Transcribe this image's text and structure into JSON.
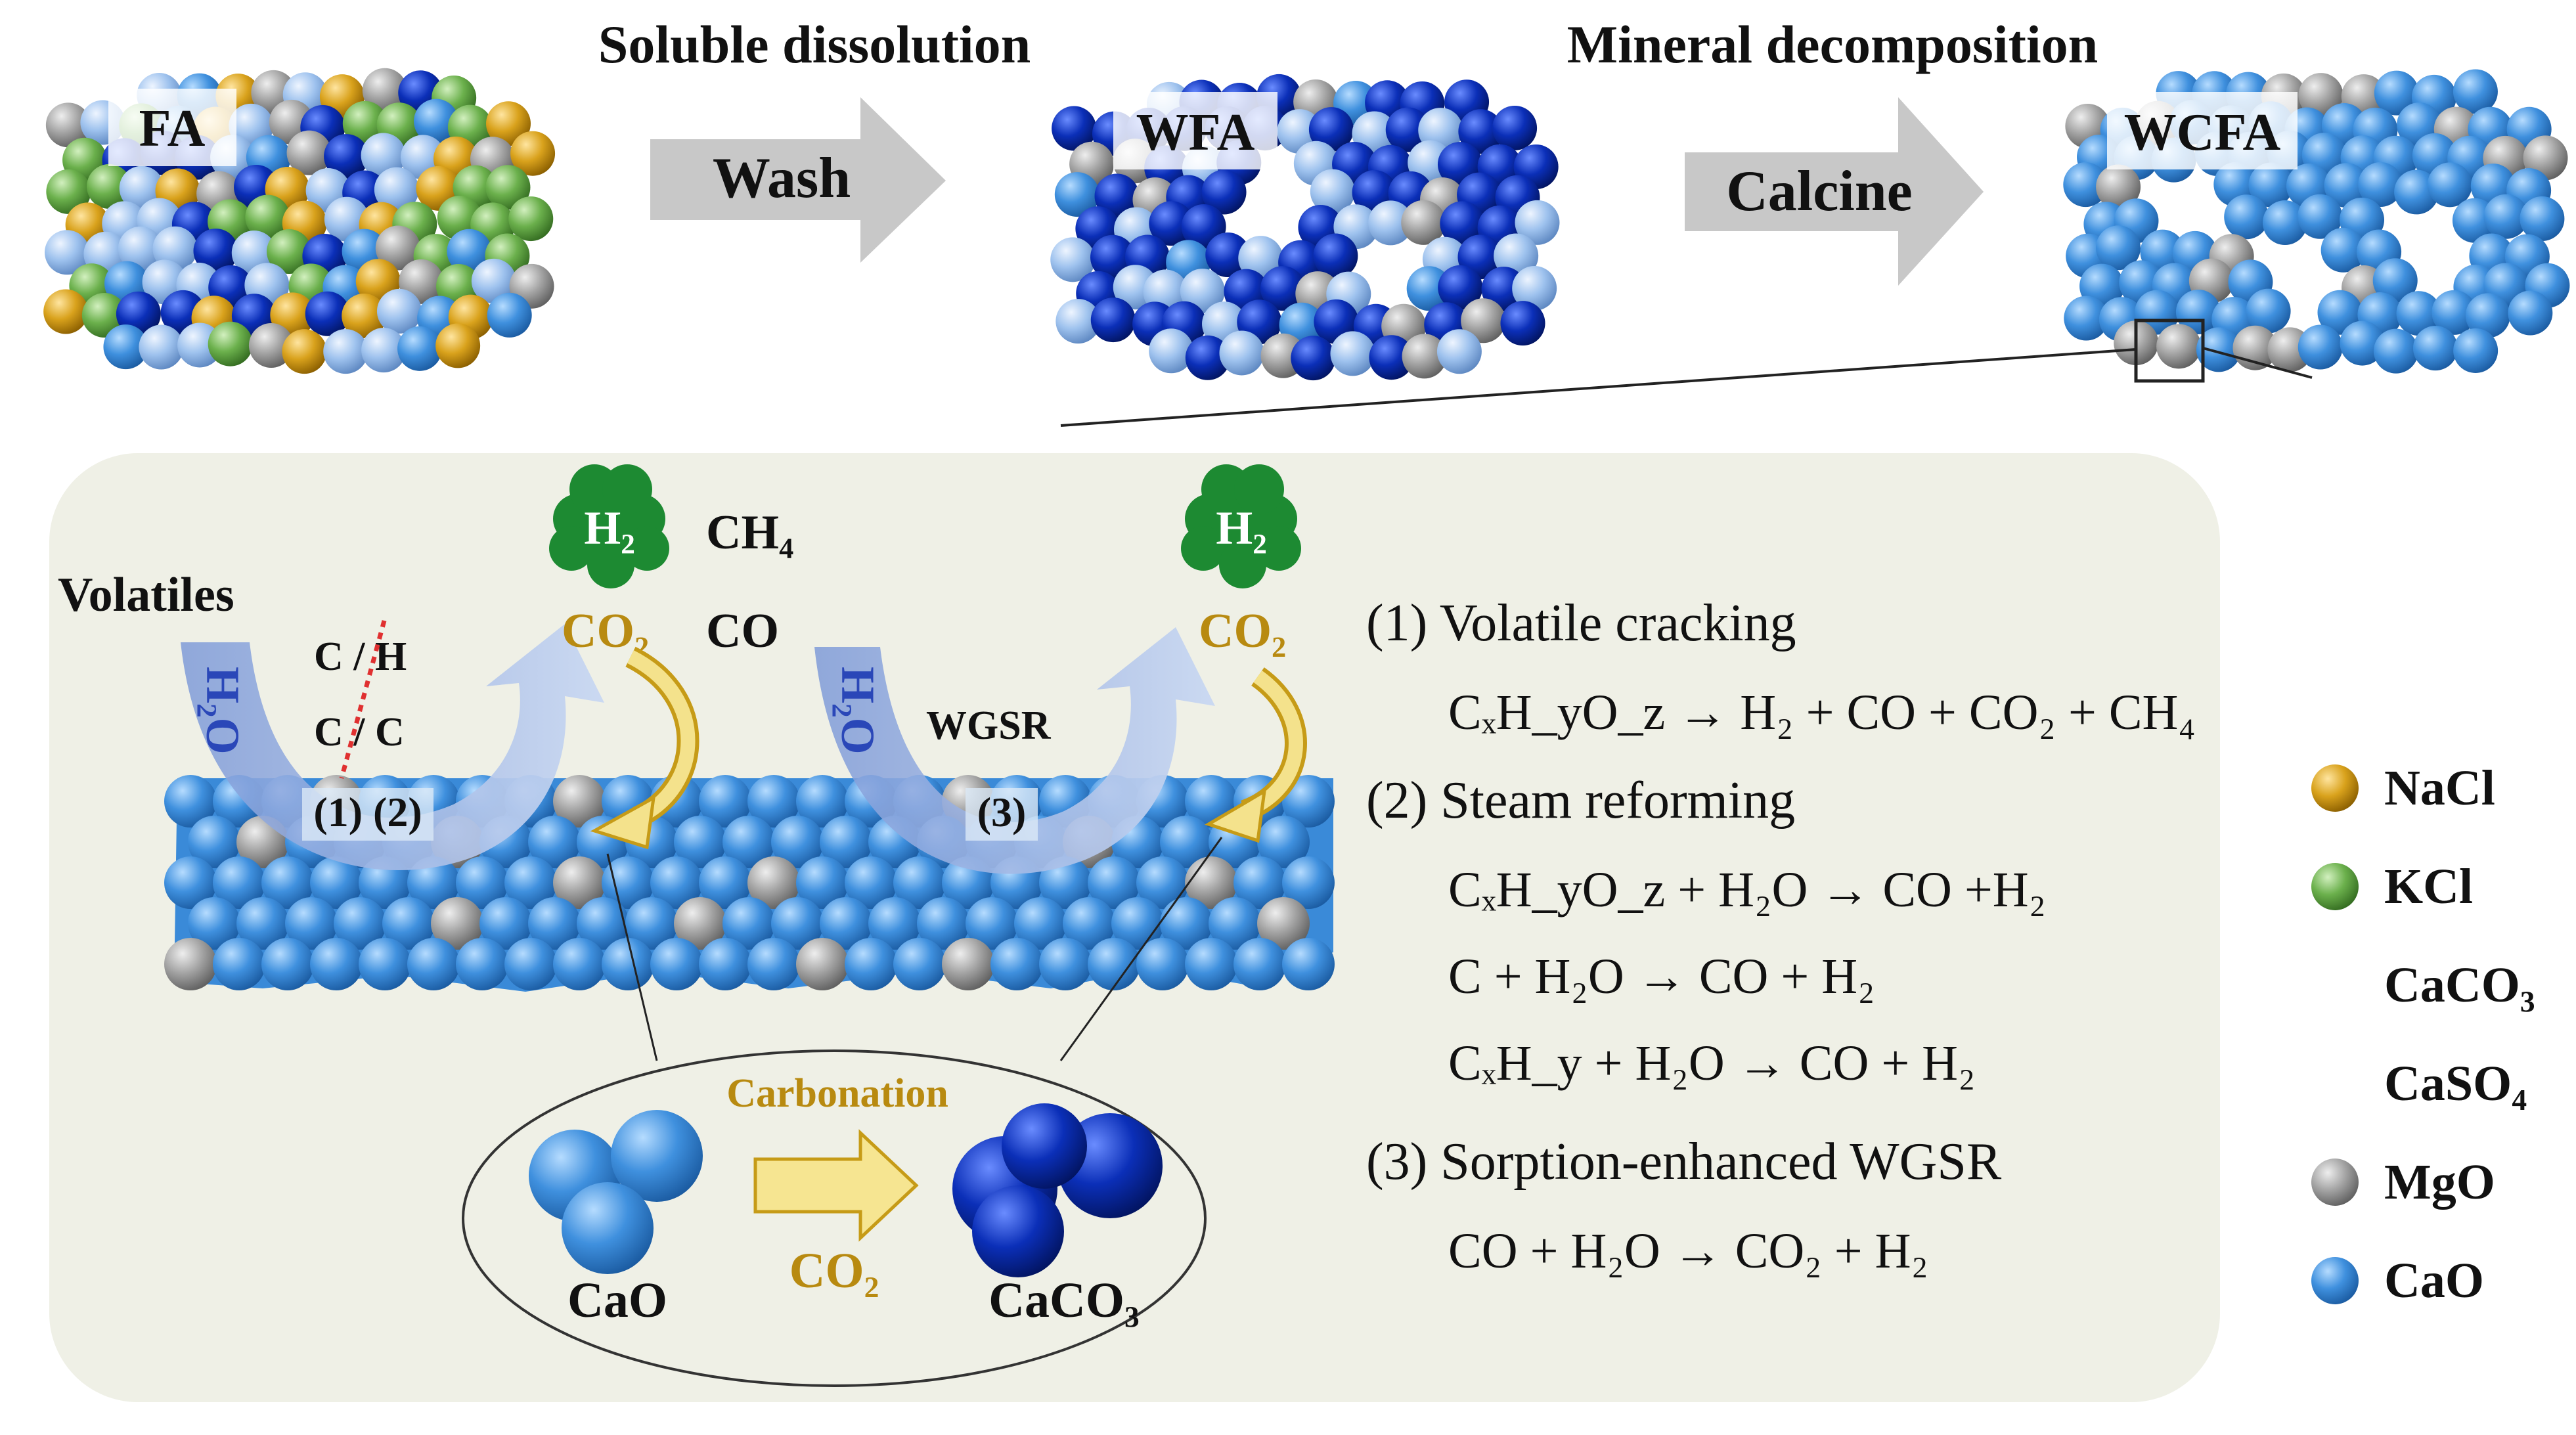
{
  "stages": [
    {
      "label": "FA"
    },
    {
      "label": "WFA"
    },
    {
      "label": "WCFA"
    }
  ],
  "process": {
    "step1": {
      "title": "Soluble dissolution",
      "arrow": "Wash"
    },
    "step2": {
      "title": "Mineral decomposition",
      "arrow": "Calcine"
    }
  },
  "mechanism": {
    "volatiles": "Volatiles",
    "bond_ch": "C / H",
    "bond_cc": "C / C",
    "steps_12": "(1) (2)",
    "step_3": "(3)",
    "wgsr": "WGSR",
    "h2o": "H₂O",
    "h2": "H₂",
    "co2": "CO₂",
    "ch4": "CH₄",
    "co": "CO",
    "carbonation": "Carbonation",
    "cao": "CaO",
    "caco3": "CaCO₃"
  },
  "reactions": [
    {
      "title": "(1) Volatile cracking",
      "equations": [
        "CₓH_yO_z → H₂ + CO + CO₂ + CH₄"
      ]
    },
    {
      "title": "(2) Steam reforming",
      "equations": [
        "CₓH_yO_z + H₂O → CO +H₂",
        "C + H₂O → CO + H₂",
        "CₓH_y + H₂O → CO + H₂"
      ]
    },
    {
      "title": "(3) Sorption-enhanced  WGSR",
      "equations": [
        "CO + H₂O → CO₂ + H₂"
      ]
    }
  ],
  "legend": [
    {
      "label": "NaCl",
      "color": "#d9a21c"
    },
    {
      "label": "KCl",
      "color": "#6bb04c"
    },
    {
      "label": "CaCO₃",
      "color": "#0b2fb8"
    },
    {
      "label": "CaSO₄",
      "color": "#9ec2ee"
    },
    {
      "label": "MgO",
      "color": "#a4a4a4"
    },
    {
      "label": "CaO",
      "color": "#3f90de"
    }
  ],
  "colors": {
    "panel": "#eff0e6",
    "arrow_gray": "#c8c8c8",
    "h2_green": "#1d8a32",
    "co2_brown": "#b88a10",
    "h2o_blue": "#2a47b8",
    "bond_red": "#e03030",
    "yellow_arrow": "#f2de7c"
  }
}
